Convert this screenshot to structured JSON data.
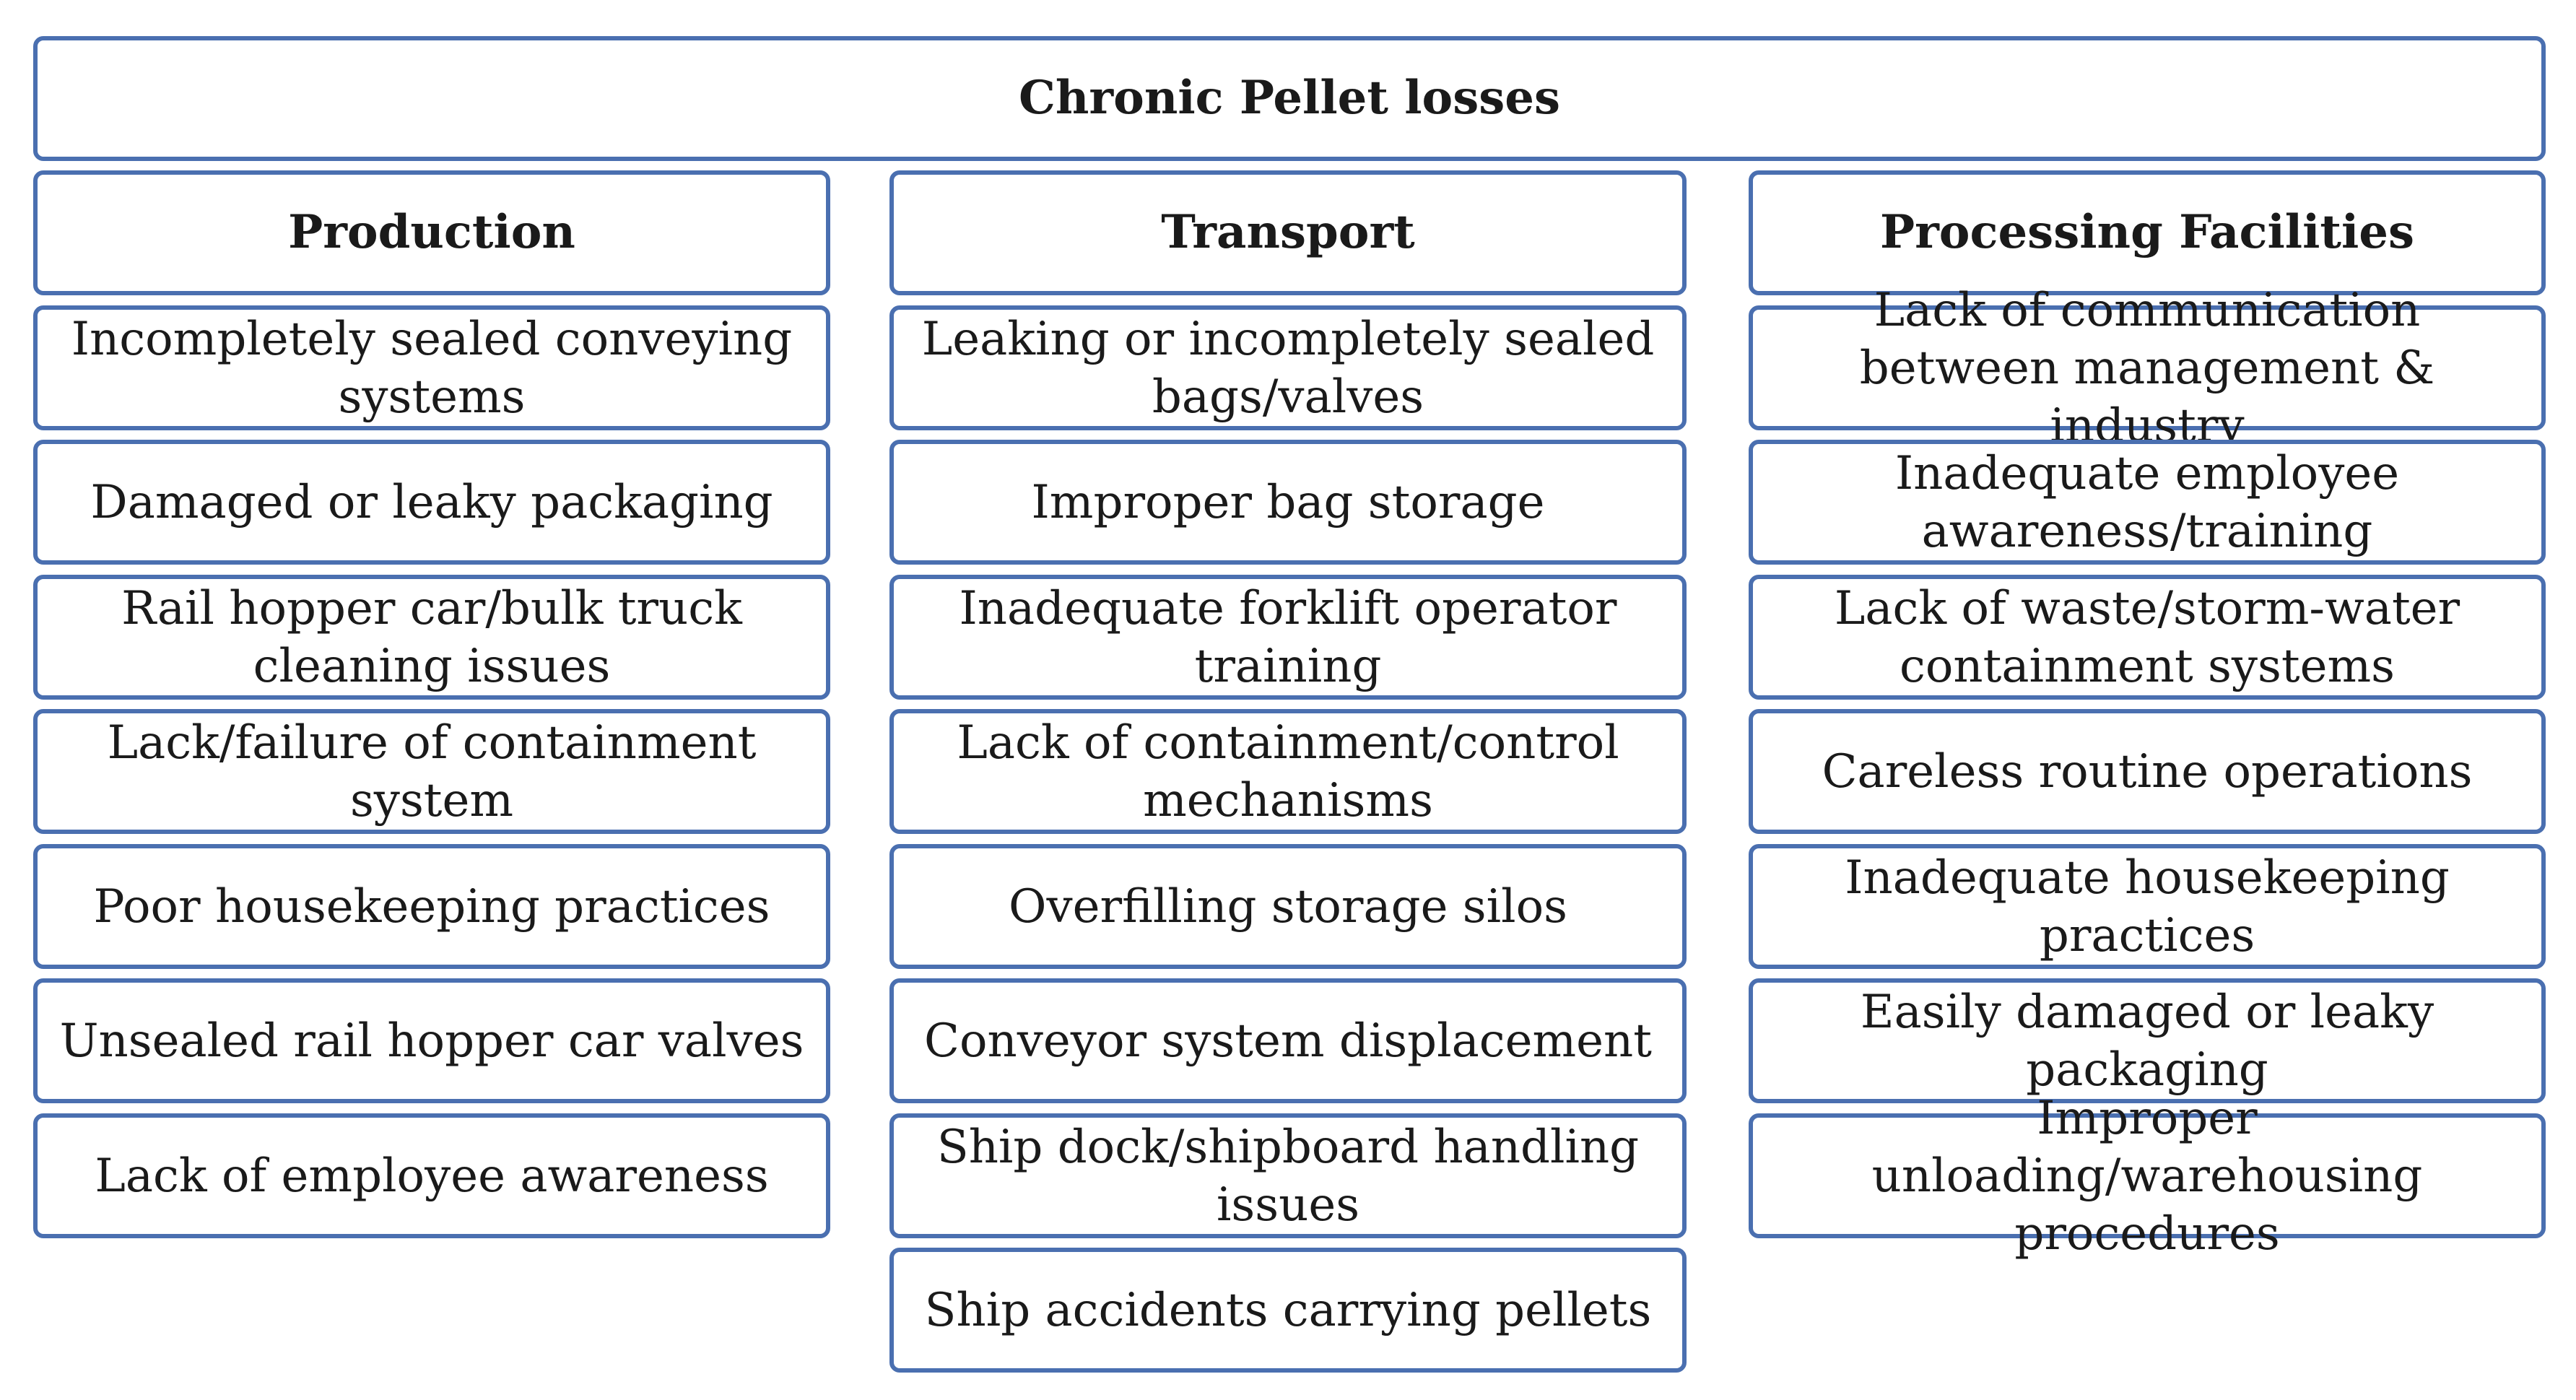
{
  "title": "Chronic Pellet  losses",
  "columns": [
    {
      "header": "Production",
      "items": [
        "Incompletely sealed conveying systems",
        "Damaged or leaky packaging",
        "Rail hopper car/bulk truck cleaning issues",
        "Lack/failure of containment system",
        "Poor housekeeping practices",
        "Unsealed rail hopper car valves",
        "Lack of employee awareness"
      ]
    },
    {
      "header": "Transport",
      "items": [
        "Leaking or incompletely sealed bags/valves",
        "Improper bag storage",
        "Inadequate forklift operator training",
        "Lack of containment/control mechanisms",
        "Overfilling storage silos",
        "Conveyor system displacement",
        "Ship dock/shipboard handling issues",
        "Ship accidents carrying pellets"
      ]
    },
    {
      "header": "Processing Facilities",
      "items": [
        "Lack of communication between management & industry",
        "Inadequate employee awareness/training",
        "Lack of waste/storm-water containment systems",
        "Careless routine operations",
        "Inadequate housekeeping practices",
        "Easily damaged or leaky packaging",
        "Improper unloading/warehousing procedures"
      ]
    }
  ]
}
